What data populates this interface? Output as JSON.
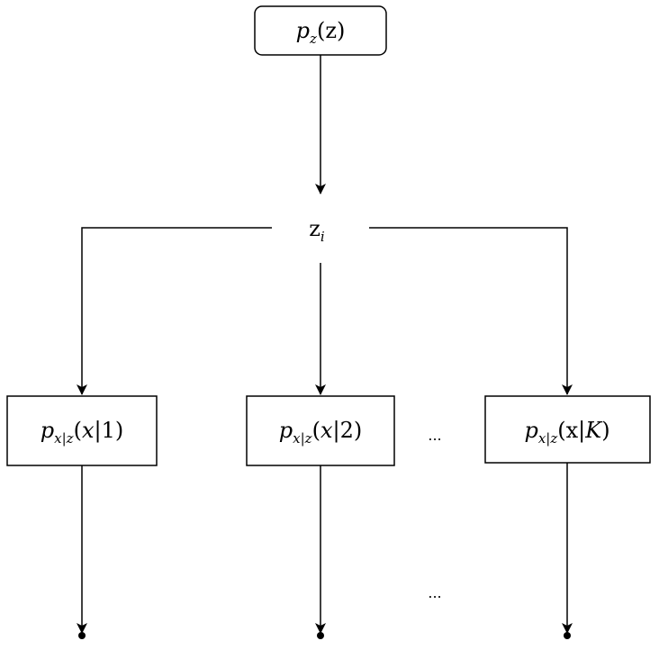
{
  "diagram": {
    "root": {
      "base": "p",
      "sub": "z",
      "arg": "(z)"
    },
    "latent": {
      "base": "z",
      "sub": "i"
    },
    "components": [
      {
        "base": "p",
        "sub": "x|z",
        "open": "(",
        "var": "x",
        "bar": "|",
        "idx": "1",
        "close": ")"
      },
      {
        "base": "p",
        "sub": "x|z",
        "open": "(",
        "var": "x",
        "bar": "|",
        "idx": "2",
        "close": ")"
      },
      {
        "base": "p",
        "sub": "x|z",
        "open": "(",
        "var": "x",
        "bar": "|",
        "idx": "K",
        "close": ")"
      }
    ],
    "ellipsis_mid": "...",
    "ellipsis_bottom": "..."
  },
  "colors": {
    "stroke": "#000000",
    "background": "#ffffff"
  }
}
